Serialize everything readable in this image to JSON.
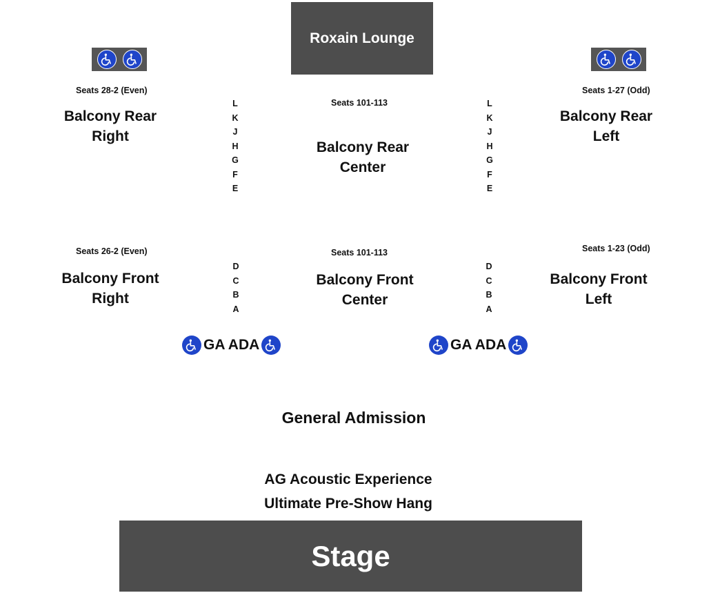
{
  "lounge": {
    "label": "Roxain Lounge"
  },
  "stage": {
    "label": "Stage"
  },
  "balcony_rear": {
    "right": {
      "seats": "Seats 28-2 (Even)",
      "name_line1": "Balcony Rear",
      "name_line2": "Right"
    },
    "center": {
      "seats": "Seats 101-113",
      "name_line1": "Balcony Rear",
      "name_line2": "Center"
    },
    "left": {
      "seats": "Seats 1-27 (Odd)",
      "name_line1": "Balcony Rear",
      "name_line2": "Left"
    },
    "rows": [
      "L",
      "K",
      "J",
      "H",
      "G",
      "F",
      "E"
    ]
  },
  "balcony_front": {
    "right": {
      "seats": "Seats 26-2 (Even)",
      "name_line1": "Balcony Front",
      "name_line2": "Right"
    },
    "center": {
      "seats": "Seats 101-113",
      "name_line1": "Balcony Front",
      "name_line2": "Center"
    },
    "left": {
      "seats": "Seats 1-23 (Odd)",
      "name_line1": "Balcony Front",
      "name_line2": "Left"
    },
    "rows": [
      "D",
      "C",
      "B",
      "A"
    ]
  },
  "ga_ada": {
    "left_label": "GA ADA",
    "right_label": "GA ADA"
  },
  "general_admission": {
    "label": "General Admission"
  },
  "experiences": {
    "acoustic": "AG Acoustic Experience",
    "pre_show": "Ultimate Pre-Show Hang"
  },
  "icons": {
    "accessible": "wheelchair-icon"
  },
  "colors": {
    "section_fill": "#4d4d4d",
    "ada_blue": "#1f45c9",
    "text": "#111111"
  }
}
